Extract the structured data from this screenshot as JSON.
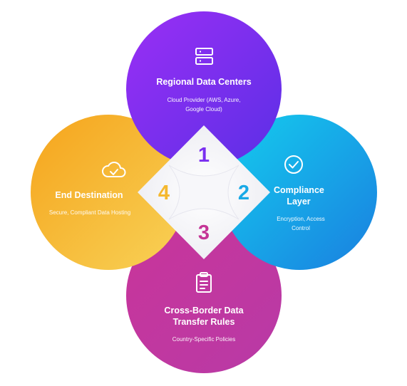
{
  "colors": {
    "purple": "#7a2ff0",
    "blue": "#19a9e6",
    "magenta": "#c53596",
    "yellow": "#f5b82e"
  },
  "circles": [
    {
      "number": "1",
      "title": "Regional Data Centers",
      "subtitle": "Cloud Provider (AWS, Azure, Google Cloud)",
      "icon": "server-icon"
    },
    {
      "number": "2",
      "title": "Compliance Layer",
      "subtitle": "Encryption, Access Control",
      "icon": "check-circle-icon"
    },
    {
      "number": "3",
      "title": "Cross-Border Data Transfer Rules",
      "subtitle": "Country-Specific Policies",
      "icon": "clipboard-icon"
    },
    {
      "number": "4",
      "title": "End Destination",
      "subtitle": "Secure, Compliant Data Hosting",
      "icon": "cloud-check-icon"
    }
  ]
}
